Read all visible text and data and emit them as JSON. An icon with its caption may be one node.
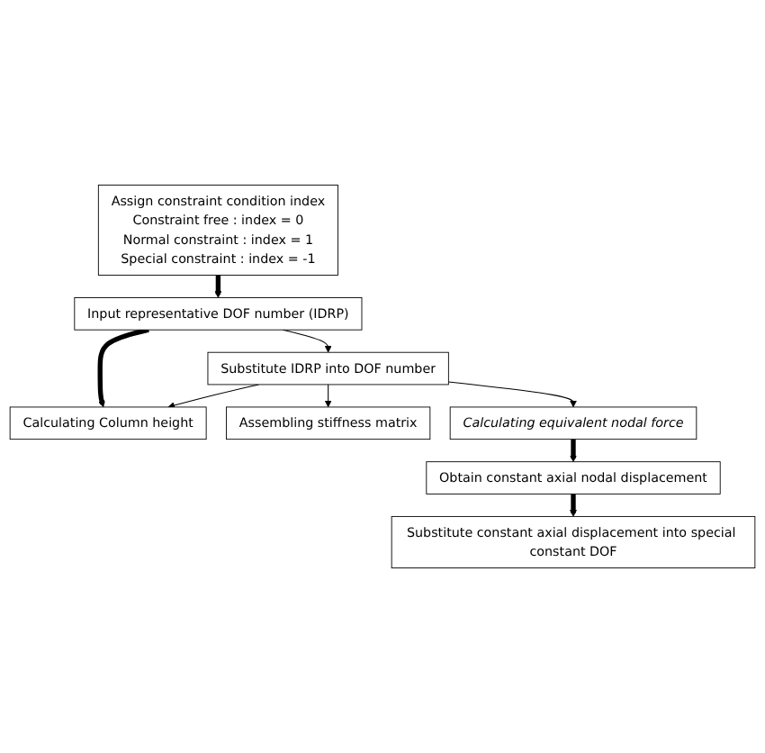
{
  "diagram": {
    "nodes": [
      {
        "text": [
          "Assign constraint condition index",
          "Constraint free : index = 0",
          "Normal constraint : index = 1",
          "Special constraint : index = -1"
        ]
      },
      {
        "text": [
          "Input representative DOF number (IDRP)"
        ]
      },
      {
        "text": [
          "Calculating Column height"
        ]
      },
      {
        "text": [
          "Assembling stiffness matrix"
        ]
      },
      {
        "text": [
          "Calculating equivalent nodal force"
        ]
      },
      {
        "text": [
          "Substitute IDRP into DOF number"
        ]
      },
      {
        "text": [
          "Obtain constant axial nodal displacement"
        ]
      },
      {
        "text": [
          "Substitute constant axial displacement into special constant DOF"
        ]
      }
    ],
    "edges": [
      {
        "from": 0,
        "to": 1,
        "arrow": "to",
        "style": "thick"
      },
      {
        "from": 1,
        "to": 2,
        "arrow": "to",
        "style": "thick"
      },
      {
        "from": 1,
        "to": 5,
        "arrow": "to"
      },
      {
        "from": 5,
        "to": 2,
        "arrow": "to"
      },
      {
        "from": 5,
        "to": 3,
        "arrow": "to"
      },
      {
        "from": 5,
        "to": 4,
        "arrow": "to"
      },
      {
        "from": 4,
        "to": 6,
        "arrow": "to",
        "style": "thick"
      },
      {
        "from": 6,
        "to": 7,
        "arrow": "to",
        "style": "thick"
      }
    ]
  }
}
